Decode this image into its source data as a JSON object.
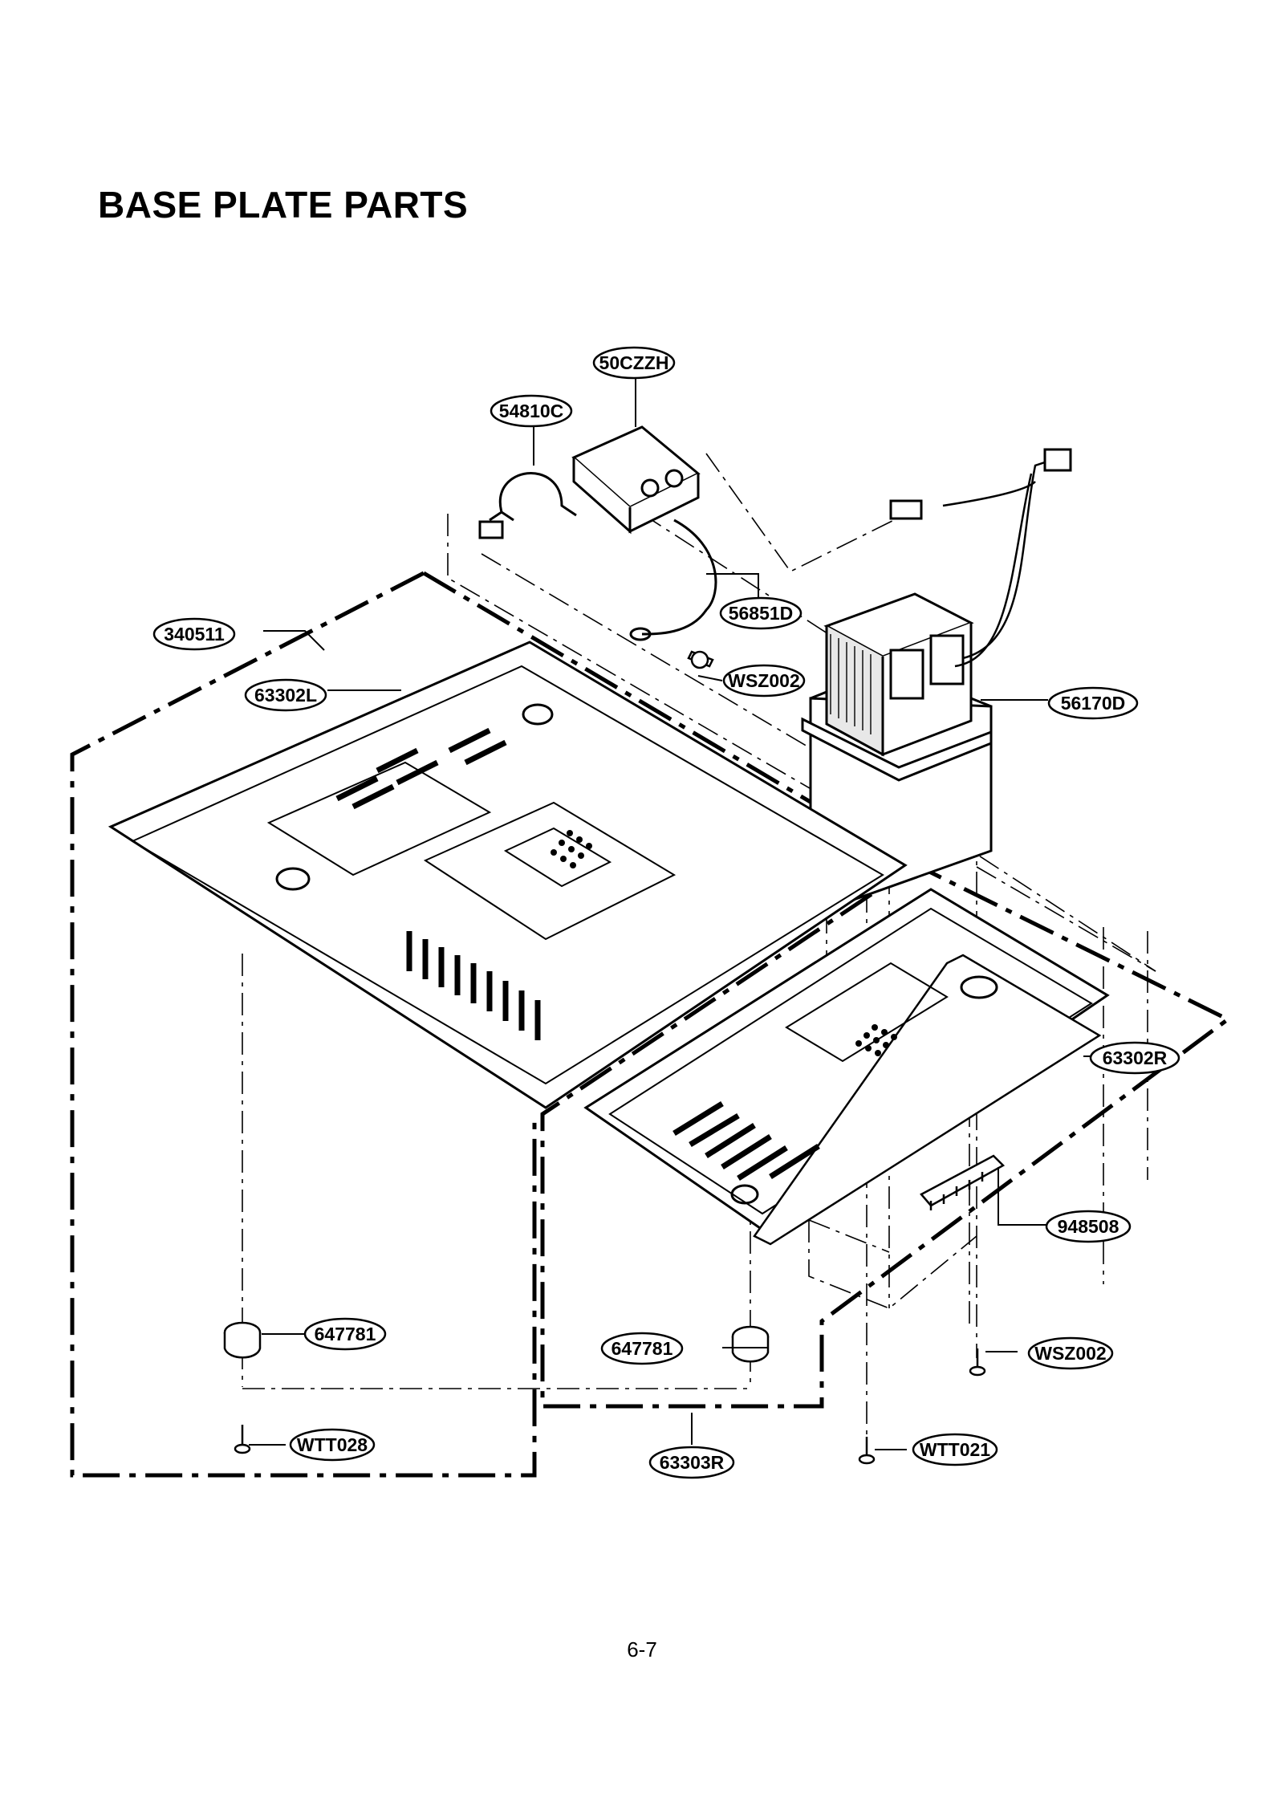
{
  "page": {
    "title": "BASE PLATE PARTS",
    "page_number": "6-7"
  },
  "part_labels": {
    "capacitor": "50CZZH",
    "capacitor_clamp": "54810C",
    "diode": "56851D",
    "screw_top": "WSZ002",
    "base_assembly": "340511",
    "base_plate_left": "63302L",
    "transformer": "56170D",
    "base_plate_right": "63302R",
    "pad": "948508",
    "foot_left": "647781",
    "foot_right": "647781",
    "screw_right": "WSZ002",
    "screw_foot_left": "WTT028",
    "screw_foot_right": "WTT021",
    "base_assembly_right": "63303R"
  }
}
